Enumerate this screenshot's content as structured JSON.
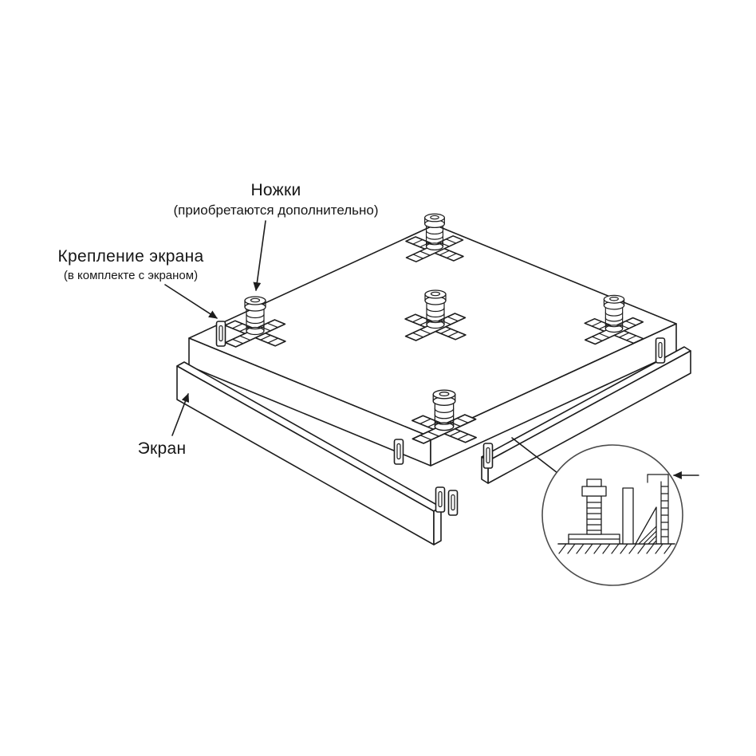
{
  "labels": {
    "legs": {
      "title": "Ножки",
      "subtitle": "(приобретаются дополнительно)"
    },
    "screen_mount": {
      "title": "Крепление экрана",
      "subtitle": "(в комплекте с экраном)"
    },
    "screen": {
      "title": "Экран"
    }
  },
  "colors": {
    "line": "#1d1d1d",
    "detail_ring": "#4b4b4b",
    "background": "#ffffff"
  }
}
